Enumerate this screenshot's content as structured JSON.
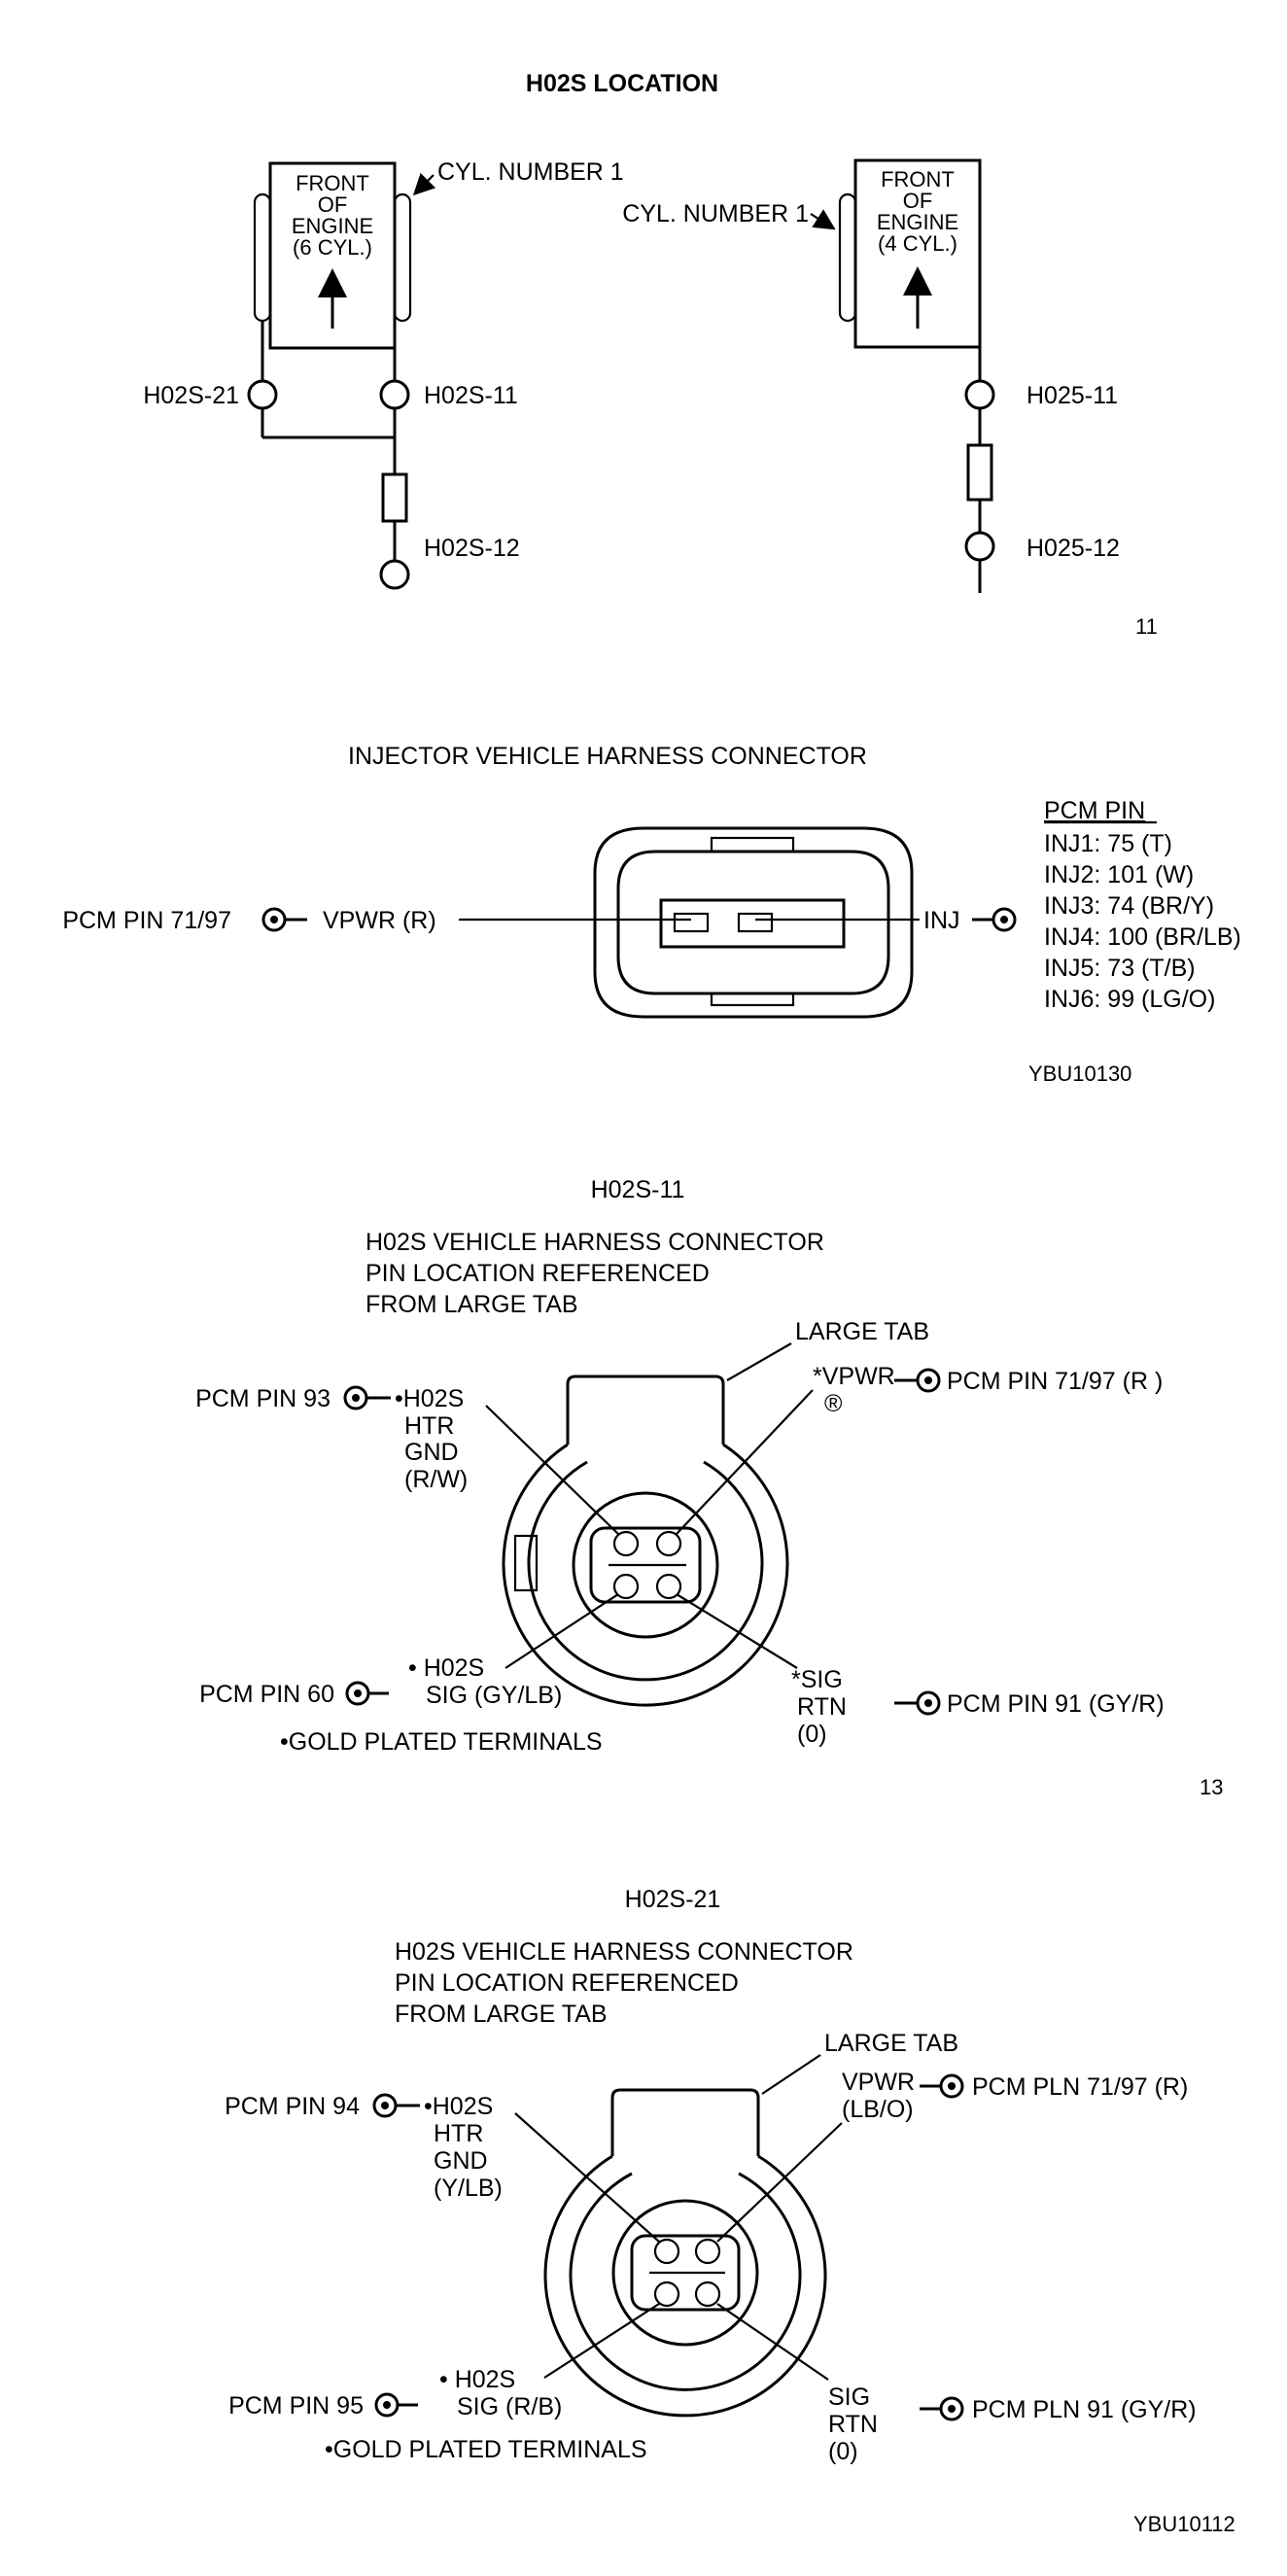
{
  "sec1": {
    "title": "H02S LOCATION",
    "left": {
      "box": [
        "FRONT",
        "OF",
        "ENGINE",
        "(6 CYL.)"
      ],
      "cyl": "CYL. NUMBER 1",
      "s21": "H02S-21",
      "s11": "H02S-11",
      "s12": "H02S-12"
    },
    "right": {
      "box": [
        "FRONT",
        "OF",
        "ENGINE",
        "(4 CYL.)"
      ],
      "cyl": "CYL. NUMBER 1",
      "s11": "H025-11",
      "s12": "H025-12"
    },
    "ref": "11"
  },
  "sec2": {
    "title": "INJECTOR VEHICLE HARNESS CONNECTOR",
    "pcm_left": "PCM PIN 71/97",
    "vpwr": "VPWR (R)",
    "inj": "INJ",
    "pcm_head": "PCM PIN",
    "pins": [
      "INJ1: 75 (T)",
      "INJ2: 101 (W)",
      "INJ3: 74 (BR/Y)",
      "INJ4: 100 (BR/LB)",
      "INJ5: 73 (T/B)",
      "INJ6: 99 (LG/O)"
    ],
    "ref": "YBU10130"
  },
  "sec3": {
    "title": "H02S-11",
    "desc": [
      "H02S VEHICLE HARNESS CONNECTOR",
      "PIN LOCATION REFERENCED",
      "FROM LARGE TAB"
    ],
    "large_tab": "LARGE TAB",
    "pcm93": "PCM PIN 93",
    "htr": [
      "•H02S",
      "HTR",
      "GND",
      "(R/W)"
    ],
    "vpwr": "*VPWR",
    "vpwr_sub": "®",
    "pcm_vpwr": "PCM PIN 71/97 (R )",
    "pcm60": "PCM PIN 60",
    "sig": [
      "• H02S",
      "SIG (GY/LB)"
    ],
    "rtn": [
      "*SIG",
      "RTN",
      "(0)"
    ],
    "pcm91": "PCM PIN 91 (GY/R)",
    "gold": "•GOLD PLATED TERMINALS",
    "ref": "13"
  },
  "sec4": {
    "title": "H02S-21",
    "desc": [
      "H02S VEHICLE HARNESS CONNECTOR",
      "PIN LOCATION REFERENCED",
      "FROM LARGE TAB"
    ],
    "large_tab": "LARGE TAB",
    "pcm94": "PCM PIN 94",
    "htr": [
      "•H02S",
      "HTR",
      "GND",
      "(Y/LB)"
    ],
    "vpwr": "VPWR",
    "vpwr_sub": "(LB/O)",
    "pcm_vpwr": "PCM PLN 71/97 (R)",
    "pcm95": "PCM PIN 95",
    "sig": [
      "• H02S",
      "SIG (R/B)"
    ],
    "rtn": [
      "SIG",
      "RTN",
      "(0)"
    ],
    "pcm91": "PCM PLN 91 (GY/R)",
    "gold": "•GOLD PLATED TERMINALS",
    "ref": "YBU10112"
  }
}
